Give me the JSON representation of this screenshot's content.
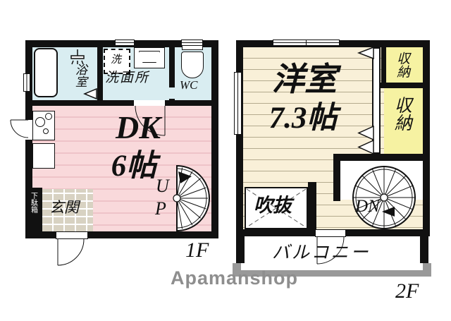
{
  "watermark": "Apamanshop",
  "colors": {
    "wall": "#111111",
    "sanitary_floor": "#d9edf1",
    "dk_floor": "#f9d9db",
    "dk_stripe": "#eec3c8",
    "western_room_floor": "#f9f0d8",
    "western_room_stripe": "#b4aa8e",
    "storage_floor": "#f6f2a2",
    "entrance_tile": "#d8d2c2",
    "balcony_rail": "#999999",
    "watermark_gray": "#8e8e8e"
  },
  "floor1": {
    "label": "1F",
    "bath": "浴室",
    "washing_machine": "洗",
    "washroom": "洗面所",
    "toilet": "WC",
    "dining_kitchen": "DK",
    "dining_kitchen_size": "6帖",
    "entrance": "玄関",
    "shoe_cabinet": "下駄箱",
    "stair_direction_line1": "U",
    "stair_direction_line2": "P"
  },
  "floor2": {
    "label": "2F",
    "western_room": "洋室",
    "western_room_size": "7.3帖",
    "storage_upper": "収納",
    "storage_lower": "収納",
    "open_void": "吹抜",
    "stair_direction": "DN",
    "balcony": "バルコニー"
  }
}
